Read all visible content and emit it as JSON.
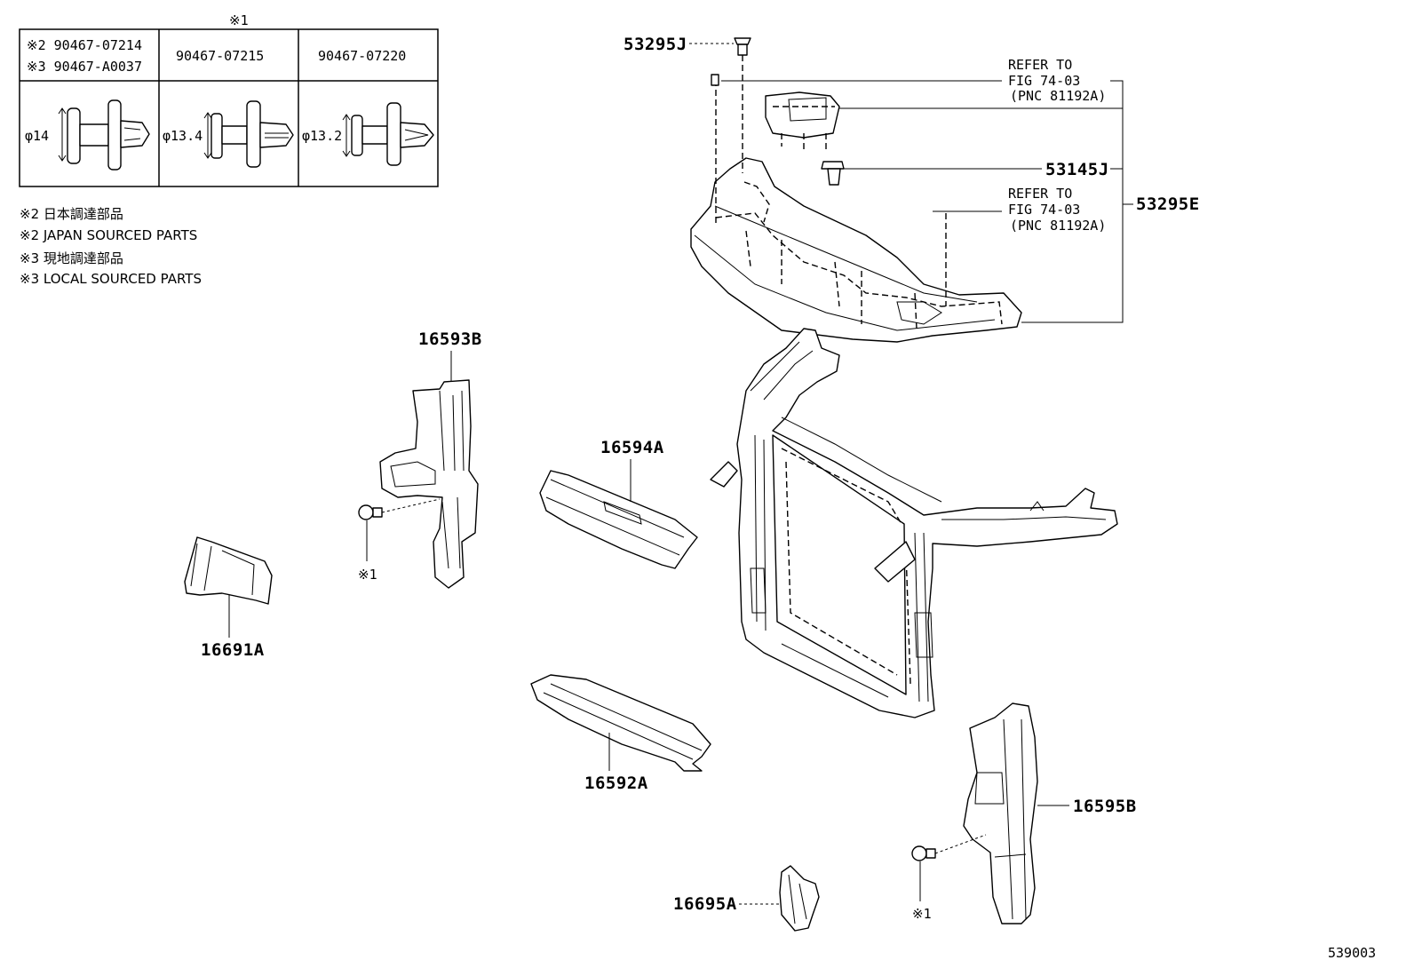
{
  "clip_table": {
    "header_mark": "※1",
    "columns": [
      {
        "part_lines": [
          "※2 90467-07214",
          "※3 90467-A0037"
        ],
        "diameter": "φ14"
      },
      {
        "part_lines": [
          "90467-07215"
        ],
        "diameter": "φ13.4"
      },
      {
        "part_lines": [
          "90467-07220"
        ],
        "diameter": "φ13.2"
      }
    ]
  },
  "notes": [
    "※2 日本調達部品",
    "※2 JAPAN SOURCED PARTS",
    "※3 現地調達部品",
    "※3 LOCAL SOURCED PARTS"
  ],
  "refer_blocks": [
    {
      "line1": "REFER TO",
      "line2": "FIG 74-03",
      "line3": "(PNC 81192A)"
    },
    {
      "line1": "REFER TO",
      "line2": "FIG 74-03",
      "line3": "(PNC 81192A)"
    }
  ],
  "part_numbers": {
    "p53295J": "53295J",
    "p53145J": "53145J",
    "p53295E": "53295E",
    "p16593B": "16593B",
    "p16594A": "16594A",
    "p16691A": "16691A",
    "p16592A": "16592A",
    "p16595B": "16595B",
    "p16695A": "16695A"
  },
  "clip_marks": {
    "left": "※1",
    "right": "※1"
  },
  "illustration_number": "539003"
}
